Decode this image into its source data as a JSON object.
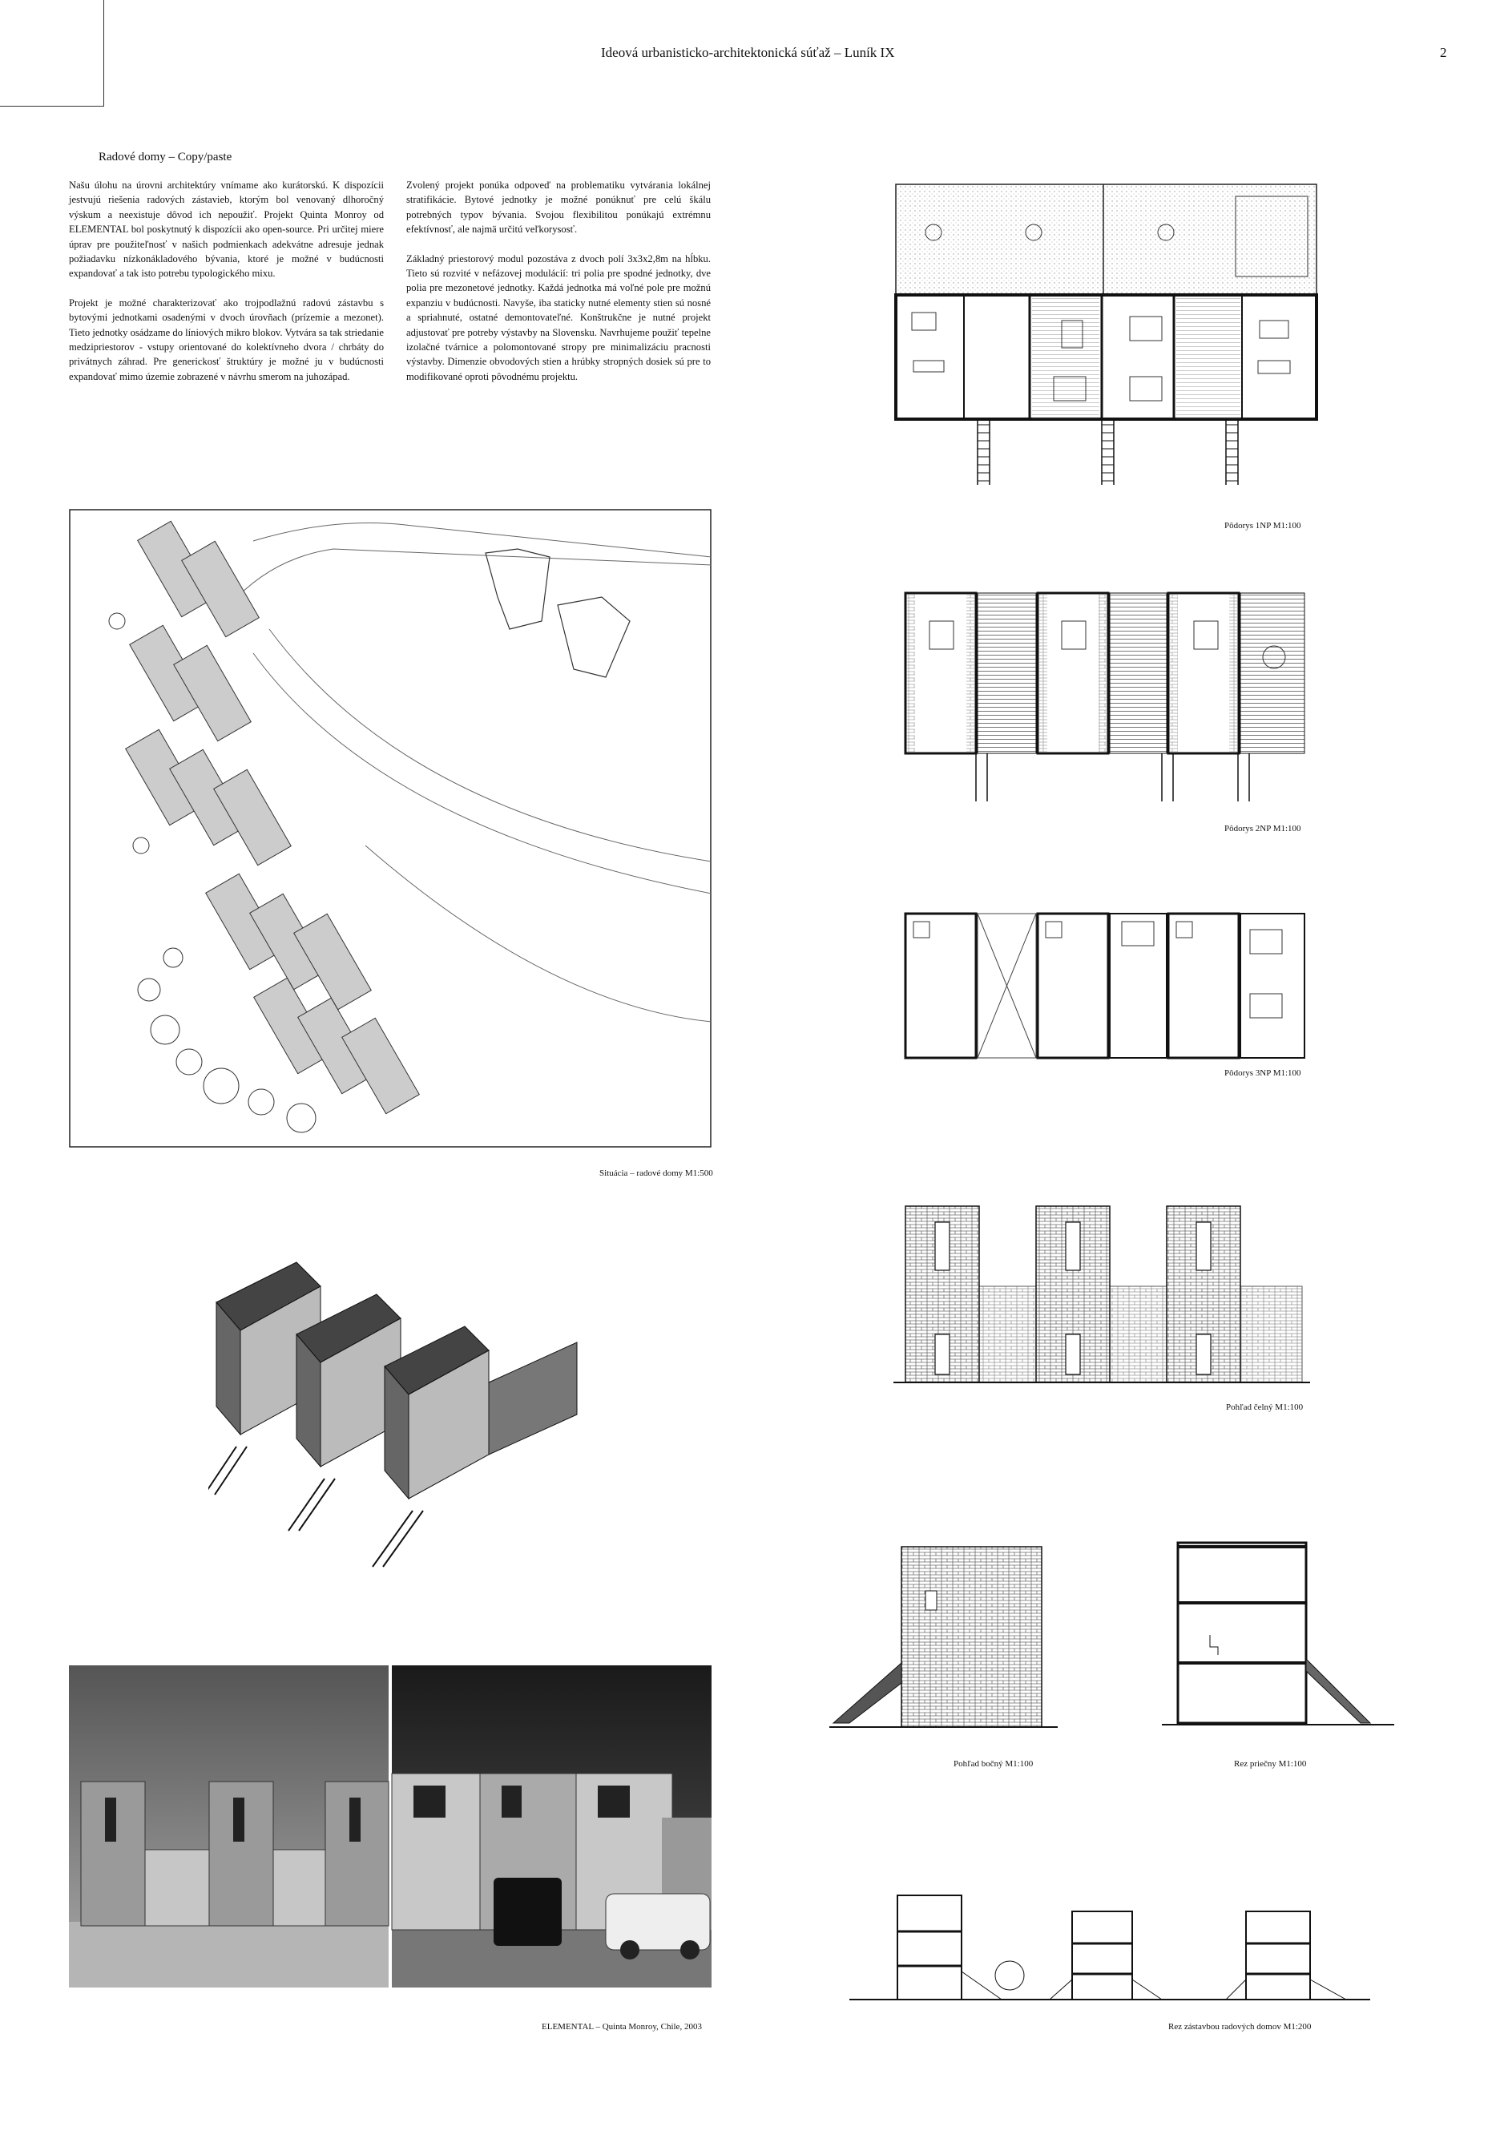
{
  "header": {
    "title": "Ideová urbanisticko-architektonická súťaž – Luník IX",
    "page_number": "2"
  },
  "section_title": "Radové domy – Copy/paste",
  "column1": [
    "Našu úlohu na úrovni architektúry vnímame ako kurátorskú. K dispozícii jestvujú riešenia radových zástavieb, ktorým bol venovaný dlhoročný výskum a neexistuje dôvod ich nepoužiť. Projekt Quinta Monroy od ELEMENTAL bol poskytnutý k dispozícii ako open-source. Pri určitej miere úprav pre použiteľnosť v našich podmienkach adekvátne adresuje jednak požiadavku nízkonákladového bývania, ktoré je možné v budúcnosti expandovať a tak isto potrebu typologického mixu.",
    "Projekt je možné charakterizovať ako trojpodlažnú radovú zástavbu s bytovými jednotkami osadenými v dvoch úrovňach (prízemie a mezonet). Tieto jednotky osádzame do líniových mikro blokov. Vytvára sa tak striedanie medzipriestorov - vstupy orientované do kolektívneho dvora / chrbáty do privátnych záhrad. Pre generickosť štruktúry je možné ju v budúcnosti expandovať mimo územie zobrazené v návrhu smerom na juhozápad."
  ],
  "column2": [
    "Zvolený projekt ponúka odpoveď na problematiku vytvárania lokálnej stratifikácie. Bytové jednotky je možné ponúknuť pre celú škálu potrebných typov bývania. Svojou flexibilitou ponúkajú extrémnu efektívnosť, ale najmä určitú veľkorysosť.",
    "Základný priestorový modul pozostáva z dvoch polí 3x3x2,8m na hĺbku. Tieto sú rozvité v nefázovej modulácií: tri polia pre spodné jednotky, dve polia pre mezonetové jednotky. Každá jednotka má voľné pole pre možnú expanziu v budúcnosti. Navyše, iba staticky nutné elementy stien sú nosné a spriahnuté, ostatné demontovateľné. Konštrukčne je nutné projekt adjustovať pre potreby výstavby na Slovensku. Navrhujeme použiť tepelne izolačné tvárnice a polomontované stropy pre minimalizáciu pracnosti výstavby. Dimenzie obvodových stien a hrúbky stropných dosiek sú pre to modifikované oproti pôvodnému projektu."
  ],
  "captions": {
    "plan_1np": "Pôdorys 1NP M1:100",
    "plan_2np": "Pôdorys 2NP M1:100",
    "plan_3np": "Pôdorys 3NP M1:100",
    "site": "Situácia – radové domy M1:500",
    "front": "Pohľad čelný M1:100",
    "side": "Pohľad bočný M1:100",
    "cross": "Rez priečny M1:100",
    "photo": "ELEMENTAL – Quinta Monroy, Chile, 2003",
    "street_section": "Rez zástavbou radových domov M1:200"
  }
}
